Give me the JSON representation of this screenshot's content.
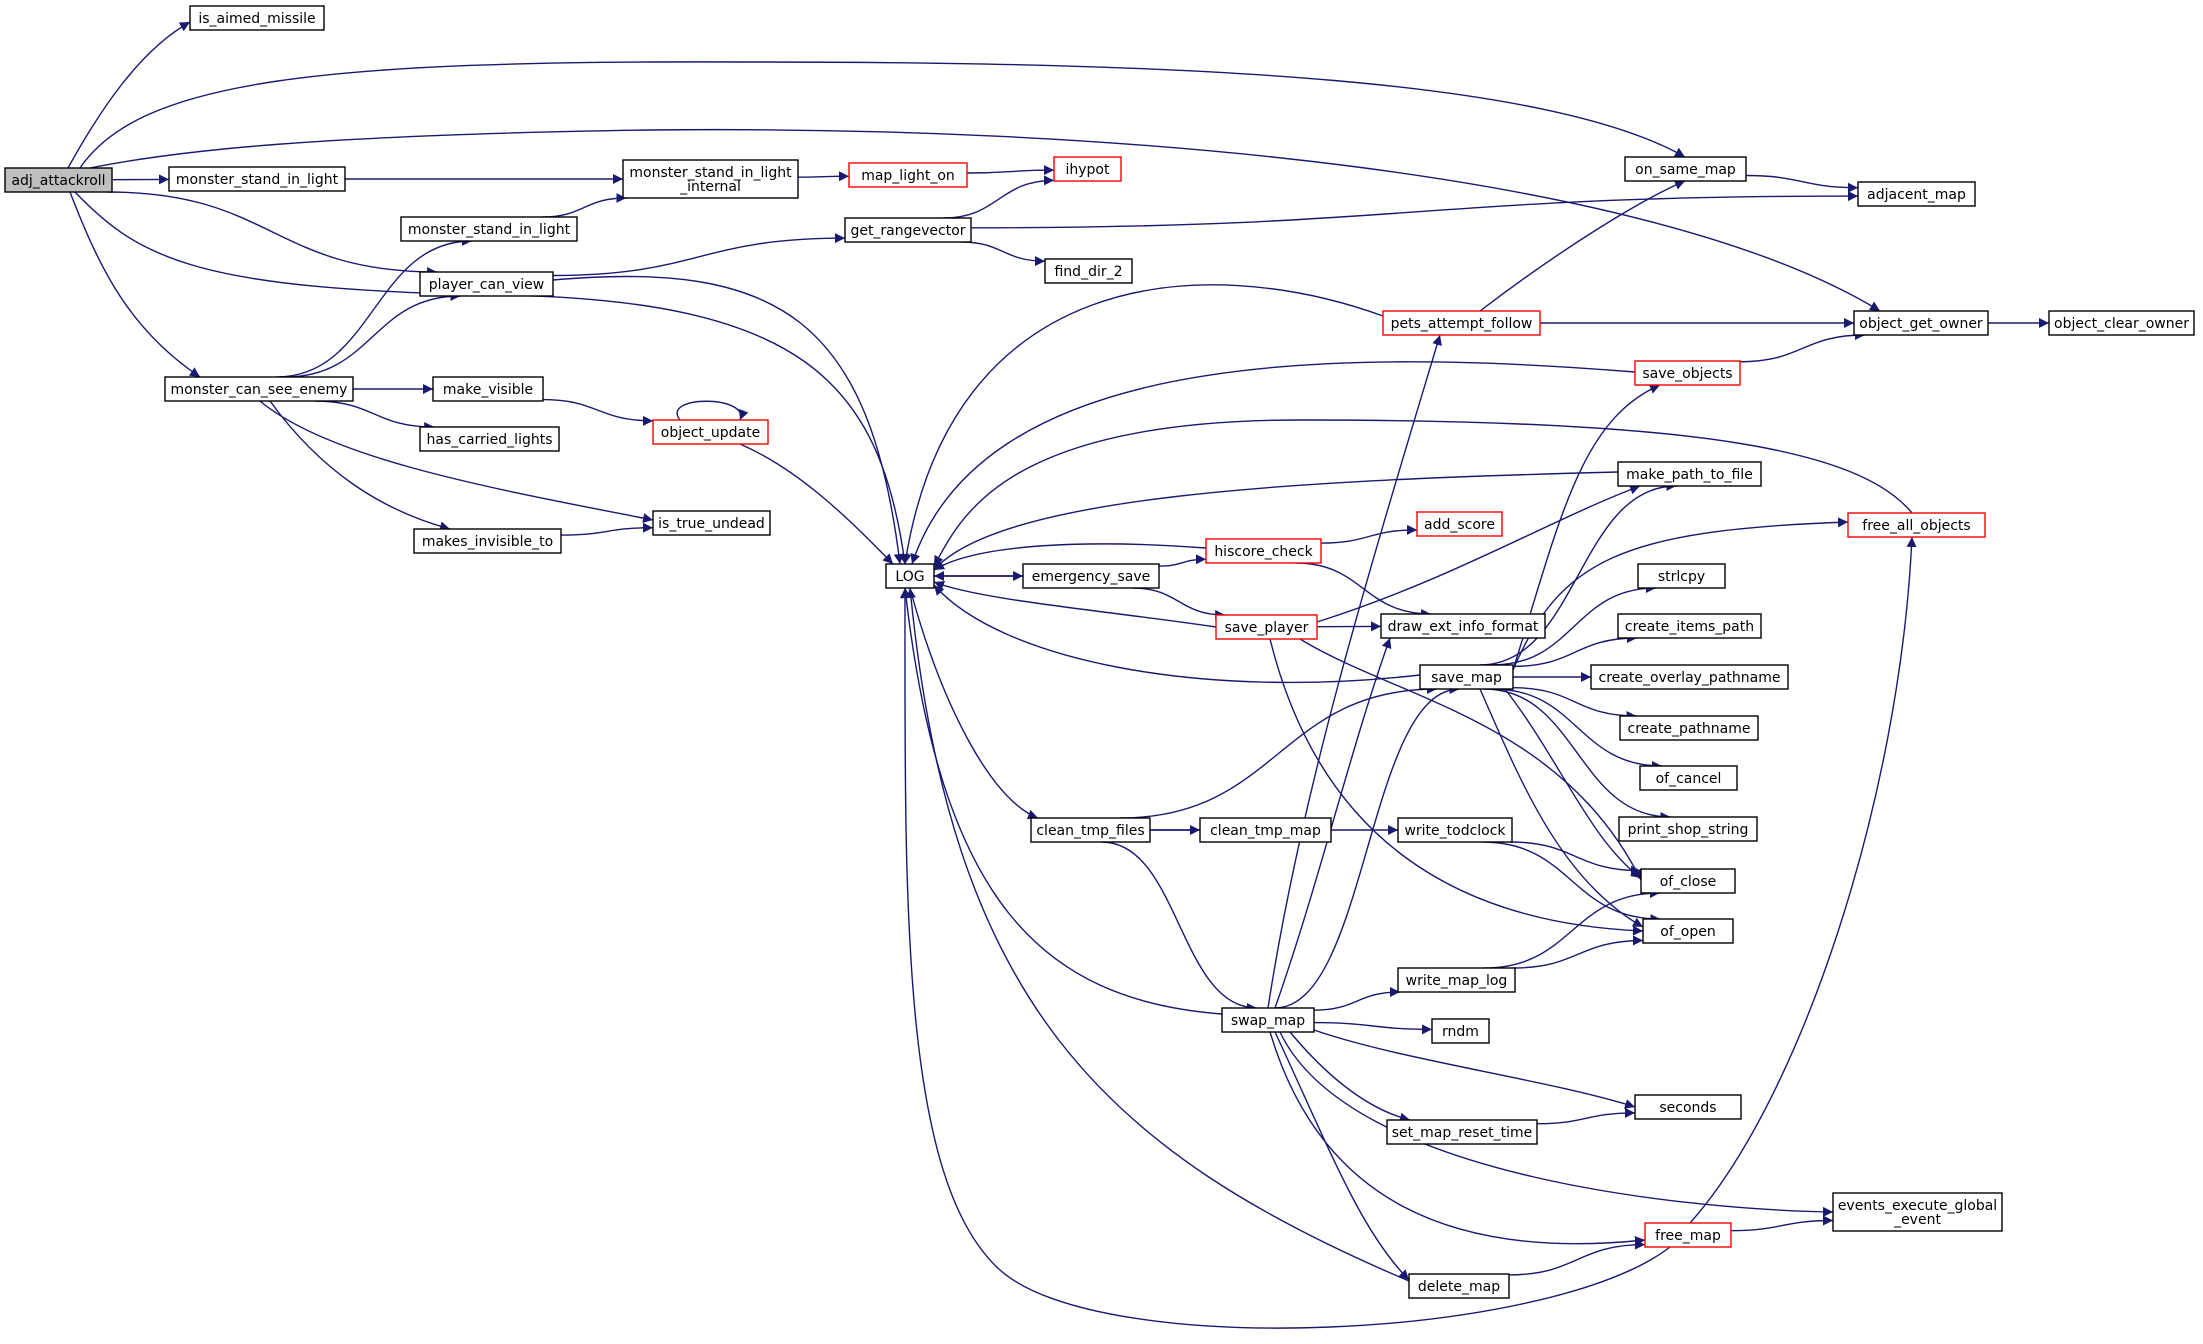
{
  "colors": {
    "edge": "#191970",
    "node_border": "#000000",
    "node_border_truncated": "#ff0000",
    "root_fill": "#bfbfbf",
    "node_fill": "#ffffff"
  },
  "nodes": [
    {
      "id": "adj_attackroll",
      "lines": [
        "adj_attackroll"
      ],
      "style": "root"
    },
    {
      "id": "is_aimed_missile",
      "lines": [
        "is_aimed_missile"
      ],
      "style": "normal"
    },
    {
      "id": "monster_stand_in_light",
      "lines": [
        "monster_stand_in_light"
      ],
      "style": "normal"
    },
    {
      "id": "monster_stand_in_light2",
      "lines": [
        "monster_stand_in_light"
      ],
      "style": "normal"
    },
    {
      "id": "monster_stand_in_light_internal",
      "lines": [
        "monster_stand_in_light",
        "_internal"
      ],
      "style": "normal"
    },
    {
      "id": "map_light_on",
      "lines": [
        "map_light_on"
      ],
      "style": "truncated"
    },
    {
      "id": "ihypot",
      "lines": [
        "ihypot"
      ],
      "style": "truncated"
    },
    {
      "id": "player_can_view",
      "lines": [
        "player_can_view"
      ],
      "style": "normal"
    },
    {
      "id": "get_rangevector",
      "lines": [
        "get_rangevector"
      ],
      "style": "normal"
    },
    {
      "id": "find_dir_2",
      "lines": [
        "find_dir_2"
      ],
      "style": "normal"
    },
    {
      "id": "monster_can_see_enemy",
      "lines": [
        "monster_can_see_enemy"
      ],
      "style": "normal"
    },
    {
      "id": "make_visible",
      "lines": [
        "make_visible"
      ],
      "style": "normal"
    },
    {
      "id": "has_carried_lights",
      "lines": [
        "has_carried_lights"
      ],
      "style": "normal"
    },
    {
      "id": "object_update",
      "lines": [
        "object_update"
      ],
      "style": "truncated"
    },
    {
      "id": "makes_invisible_to",
      "lines": [
        "makes_invisible_to"
      ],
      "style": "normal"
    },
    {
      "id": "is_true_undead",
      "lines": [
        "is_true_undead"
      ],
      "style": "normal"
    },
    {
      "id": "LOG",
      "lines": [
        "LOG"
      ],
      "style": "normal"
    },
    {
      "id": "emergency_save",
      "lines": [
        "emergency_save"
      ],
      "style": "normal"
    },
    {
      "id": "hiscore_check",
      "lines": [
        "hiscore_check"
      ],
      "style": "truncated"
    },
    {
      "id": "add_score",
      "lines": [
        "add_score"
      ],
      "style": "truncated"
    },
    {
      "id": "save_player",
      "lines": [
        "save_player"
      ],
      "style": "truncated"
    },
    {
      "id": "draw_ext_info_format",
      "lines": [
        "draw_ext_info_format"
      ],
      "style": "normal"
    },
    {
      "id": "clean_tmp_files",
      "lines": [
        "clean_tmp_files"
      ],
      "style": "normal"
    },
    {
      "id": "clean_tmp_map",
      "lines": [
        "clean_tmp_map"
      ],
      "style": "normal"
    },
    {
      "id": "write_todclock",
      "lines": [
        "write_todclock"
      ],
      "style": "normal"
    },
    {
      "id": "write_map_log",
      "lines": [
        "write_map_log"
      ],
      "style": "normal"
    },
    {
      "id": "swap_map",
      "lines": [
        "swap_map"
      ],
      "style": "normal"
    },
    {
      "id": "rndm",
      "lines": [
        "rndm"
      ],
      "style": "normal"
    },
    {
      "id": "set_map_reset_time",
      "lines": [
        "set_map_reset_time"
      ],
      "style": "normal"
    },
    {
      "id": "delete_map",
      "lines": [
        "delete_map"
      ],
      "style": "normal"
    },
    {
      "id": "save_map",
      "lines": [
        "save_map"
      ],
      "style": "normal"
    },
    {
      "id": "pets_attempt_follow",
      "lines": [
        "pets_attempt_follow"
      ],
      "style": "truncated"
    },
    {
      "id": "save_objects",
      "lines": [
        "save_objects"
      ],
      "style": "truncated"
    },
    {
      "id": "on_same_map",
      "lines": [
        "on_same_map"
      ],
      "style": "normal"
    },
    {
      "id": "adjacent_map",
      "lines": [
        "adjacent_map"
      ],
      "style": "normal"
    },
    {
      "id": "object_get_owner",
      "lines": [
        "object_get_owner"
      ],
      "style": "normal"
    },
    {
      "id": "object_clear_owner",
      "lines": [
        "object_clear_owner"
      ],
      "style": "normal"
    },
    {
      "id": "make_path_to_file",
      "lines": [
        "make_path_to_file"
      ],
      "style": "normal"
    },
    {
      "id": "free_all_objects",
      "lines": [
        "free_all_objects"
      ],
      "style": "truncated"
    },
    {
      "id": "strlcpy",
      "lines": [
        "strlcpy"
      ],
      "style": "normal"
    },
    {
      "id": "create_items_path",
      "lines": [
        "create_items_path"
      ],
      "style": "normal"
    },
    {
      "id": "create_overlay_pathname",
      "lines": [
        "create_overlay_pathname"
      ],
      "style": "normal"
    },
    {
      "id": "create_pathname",
      "lines": [
        "create_pathname"
      ],
      "style": "normal"
    },
    {
      "id": "of_cancel",
      "lines": [
        "of_cancel"
      ],
      "style": "normal"
    },
    {
      "id": "print_shop_string",
      "lines": [
        "print_shop_string"
      ],
      "style": "normal"
    },
    {
      "id": "of_close",
      "lines": [
        "of_close"
      ],
      "style": "normal"
    },
    {
      "id": "of_open",
      "lines": [
        "of_open"
      ],
      "style": "normal"
    },
    {
      "id": "seconds",
      "lines": [
        "seconds"
      ],
      "style": "normal"
    },
    {
      "id": "free_map",
      "lines": [
        "free_map"
      ],
      "style": "truncated"
    },
    {
      "id": "events_execute_global_event",
      "lines": [
        "events_execute_global",
        "_event"
      ],
      "style": "normal"
    }
  ],
  "edges": [
    [
      "adj_attackroll",
      "is_aimed_missile"
    ],
    [
      "adj_attackroll",
      "on_same_map"
    ],
    [
      "adj_attackroll",
      "object_get_owner"
    ],
    [
      "adj_attackroll",
      "monster_stand_in_light"
    ],
    [
      "adj_attackroll",
      "player_can_view"
    ],
    [
      "adj_attackroll",
      "LOG"
    ],
    [
      "adj_attackroll",
      "monster_can_see_enemy"
    ],
    [
      "monster_stand_in_light",
      "monster_stand_in_light_internal"
    ],
    [
      "monster_stand_in_light2",
      "monster_stand_in_light_internal"
    ],
    [
      "monster_stand_in_light_internal",
      "map_light_on"
    ],
    [
      "map_light_on",
      "ihypot"
    ],
    [
      "get_rangevector",
      "ihypot"
    ],
    [
      "get_rangevector",
      "adjacent_map"
    ],
    [
      "get_rangevector",
      "find_dir_2"
    ],
    [
      "player_can_view",
      "get_rangevector"
    ],
    [
      "player_can_view",
      "LOG"
    ],
    [
      "monster_can_see_enemy",
      "monster_stand_in_light2"
    ],
    [
      "monster_can_see_enemy",
      "player_can_view"
    ],
    [
      "monster_can_see_enemy",
      "make_visible"
    ],
    [
      "monster_can_see_enemy",
      "has_carried_lights"
    ],
    [
      "monster_can_see_enemy",
      "is_true_undead"
    ],
    [
      "monster_can_see_enemy",
      "makes_invisible_to"
    ],
    [
      "make_visible",
      "object_update"
    ],
    [
      "object_update",
      "object_update"
    ],
    [
      "object_update",
      "LOG"
    ],
    [
      "makes_invisible_to",
      "is_true_undead"
    ],
    [
      "LOG",
      "emergency_save"
    ],
    [
      "LOG",
      "clean_tmp_files"
    ],
    [
      "emergency_save",
      "LOG"
    ],
    [
      "emergency_save",
      "hiscore_check"
    ],
    [
      "emergency_save",
      "save_player"
    ],
    [
      "hiscore_check",
      "LOG"
    ],
    [
      "hiscore_check",
      "add_score"
    ],
    [
      "hiscore_check",
      "draw_ext_info_format"
    ],
    [
      "save_player",
      "LOG"
    ],
    [
      "save_player",
      "draw_ext_info_format"
    ],
    [
      "save_player",
      "make_path_to_file"
    ],
    [
      "save_player",
      "of_open"
    ],
    [
      "save_player",
      "of_close"
    ],
    [
      "clean_tmp_files",
      "clean_tmp_map"
    ],
    [
      "clean_tmp_files",
      "write_todclock"
    ],
    [
      "clean_tmp_files",
      "save_map"
    ],
    [
      "clean_tmp_files",
      "swap_map"
    ],
    [
      "write_todclock",
      "of_open"
    ],
    [
      "write_todclock",
      "of_close"
    ],
    [
      "write_map_log",
      "of_open"
    ],
    [
      "write_map_log",
      "of_close"
    ],
    [
      "swap_map",
      "LOG"
    ],
    [
      "swap_map",
      "write_map_log"
    ],
    [
      "swap_map",
      "rndm"
    ],
    [
      "swap_map",
      "seconds"
    ],
    [
      "swap_map",
      "set_map_reset_time"
    ],
    [
      "swap_map",
      "events_execute_global_event"
    ],
    [
      "swap_map",
      "free_map"
    ],
    [
      "swap_map",
      "delete_map"
    ],
    [
      "swap_map",
      "save_map"
    ],
    [
      "swap_map",
      "pets_attempt_follow"
    ],
    [
      "swap_map",
      "draw_ext_info_format"
    ],
    [
      "set_map_reset_time",
      "seconds"
    ],
    [
      "delete_map",
      "LOG"
    ],
    [
      "delete_map",
      "free_map"
    ],
    [
      "free_map",
      "LOG"
    ],
    [
      "free_map",
      "events_execute_global_event"
    ],
    [
      "free_map",
      "free_all_objects"
    ],
    [
      "save_map",
      "LOG"
    ],
    [
      "save_map",
      "save_objects"
    ],
    [
      "save_map",
      "make_path_to_file"
    ],
    [
      "save_map",
      "free_all_objects"
    ],
    [
      "save_map",
      "strlcpy"
    ],
    [
      "save_map",
      "create_items_path"
    ],
    [
      "save_map",
      "create_overlay_pathname"
    ],
    [
      "save_map",
      "create_pathname"
    ],
    [
      "save_map",
      "of_cancel"
    ],
    [
      "save_map",
      "print_shop_string"
    ],
    [
      "save_map",
      "of_close"
    ],
    [
      "save_map",
      "of_open"
    ],
    [
      "pets_attempt_follow",
      "LOG"
    ],
    [
      "pets_attempt_follow",
      "on_same_map"
    ],
    [
      "pets_attempt_follow",
      "object_get_owner"
    ],
    [
      "save_objects",
      "LOG"
    ],
    [
      "save_objects",
      "object_get_owner"
    ],
    [
      "make_path_to_file",
      "LOG"
    ],
    [
      "free_all_objects",
      "LOG"
    ],
    [
      "on_same_map",
      "adjacent_map"
    ],
    [
      "object_get_owner",
      "object_clear_owner"
    ]
  ]
}
